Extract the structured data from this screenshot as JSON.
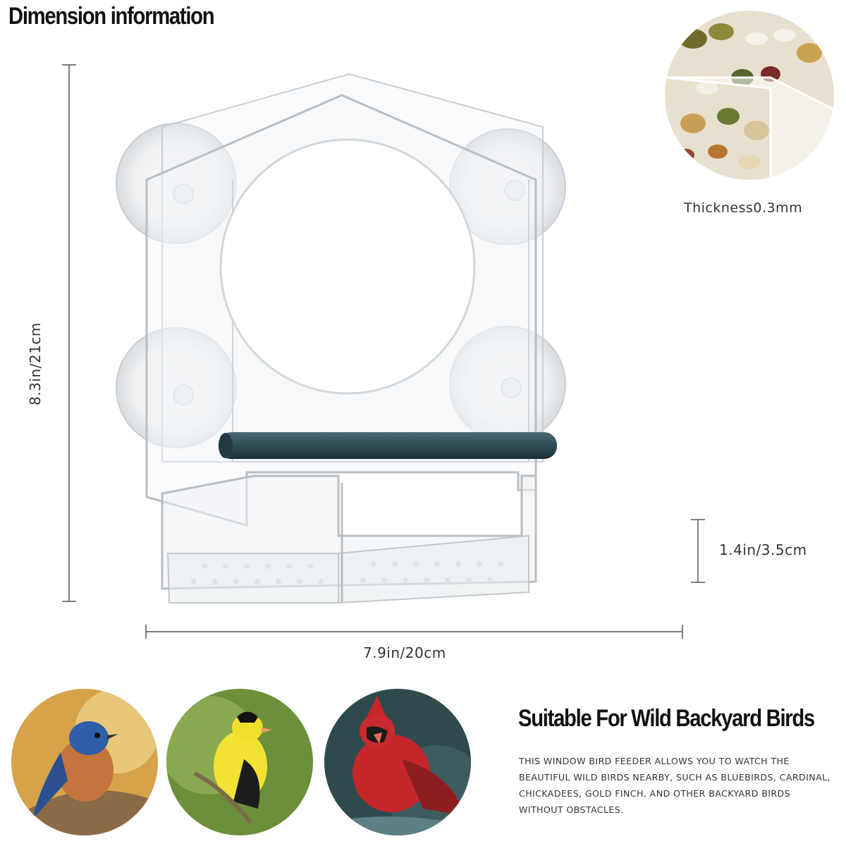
{
  "title": "Dimension information",
  "dimensions": {
    "height": "8.3in/21cm",
    "width": "7.9in/20cm",
    "tray_depth": "1.4in/3.5cm",
    "thickness": "Thickness0.3mm"
  },
  "headline": "Suitable For Wild Backyard Birds",
  "description": "THIS WINDOW BIRD FEEDER ALLOWS YOU TO WATCH THE BEAUTIFUL WILD BIRDS NEARBY, SUCH AS BLUEBIRDS, CARDINAL, CHICKADEES, GOLD FINCH, AND OTHER BACKYARD BIRDS WITHOUT OBSTACLES.",
  "colors": {
    "perch": "#2e4a55",
    "acrylic_edge": "#c9ced3"
  }
}
